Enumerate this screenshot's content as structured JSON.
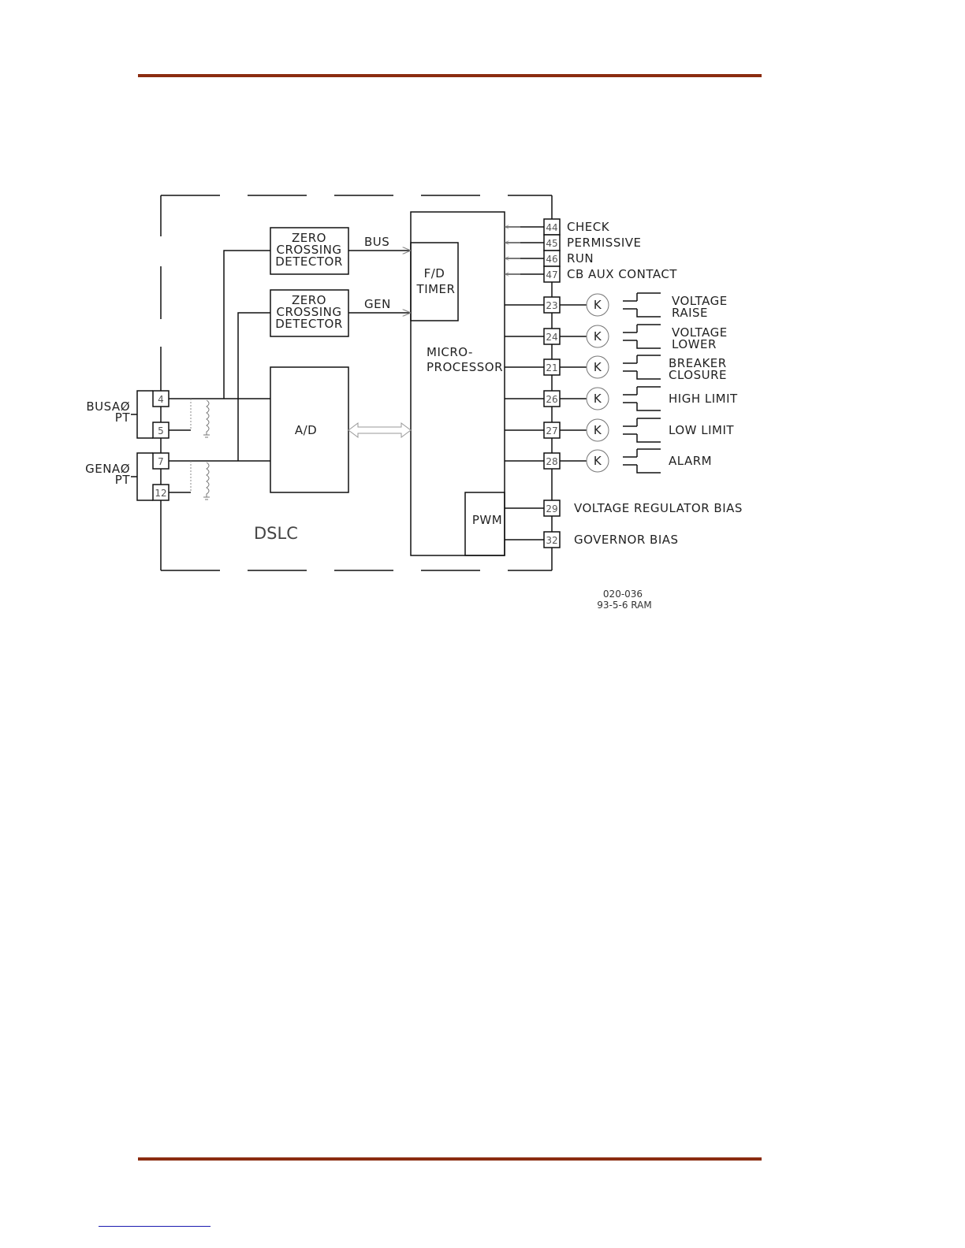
{
  "colors": {
    "rule": "#8b2c10",
    "line": "#111111",
    "link": "#1a1ab0"
  },
  "blocks": {
    "zcd_bus": [
      "ZERO",
      "CROSSING",
      "DETECTOR"
    ],
    "zcd_gen": [
      "ZERO",
      "CROSSING",
      "DETECTOR"
    ],
    "ad": "A/D",
    "timer": [
      "F/D",
      "TIMER"
    ],
    "micro": [
      "MICRO-",
      "PROCESSOR"
    ],
    "pwm": "PWM",
    "dslc": "DSLC"
  },
  "signals": {
    "bus": "BUS",
    "gen": "GEN"
  },
  "pt_inputs": {
    "bus": {
      "label": [
        "BUSAØ",
        "PT"
      ],
      "terminals": [
        "4",
        "5"
      ]
    },
    "gen": {
      "label": [
        "GENAØ",
        "PT"
      ],
      "terminals": [
        "7",
        "12"
      ]
    }
  },
  "inputs": [
    {
      "terminal": "44",
      "label": "CHECK"
    },
    {
      "terminal": "45",
      "label": "PERMISSIVE"
    },
    {
      "terminal": "46",
      "label": "RUN"
    },
    {
      "terminal": "47",
      "label": "CB  AUX  CONTACT"
    }
  ],
  "relays": [
    {
      "terminal": "23",
      "coil": "K",
      "label": [
        "VOLTAGE",
        "RAISE"
      ]
    },
    {
      "terminal": "24",
      "coil": "K",
      "label": [
        "VOLTAGE",
        "LOWER"
      ]
    },
    {
      "terminal": "21",
      "coil": "K",
      "label": [
        "BREAKER",
        "CLOSURE"
      ]
    },
    {
      "terminal": "26",
      "coil": "K",
      "label": [
        "HIGH  LIMIT"
      ]
    },
    {
      "terminal": "27",
      "coil": "K",
      "label": [
        "LOW  LIMIT"
      ]
    },
    {
      "terminal": "28",
      "coil": "K",
      "label": [
        "ALARM"
      ]
    }
  ],
  "bias_outputs": [
    {
      "terminal": "29",
      "label": "VOLTAGE  REGULATOR  BIAS"
    },
    {
      "terminal": "32",
      "label": "GOVERNOR  BIAS"
    }
  ],
  "drawing_id": [
    "020-036",
    "93-5-6  RAM"
  ]
}
